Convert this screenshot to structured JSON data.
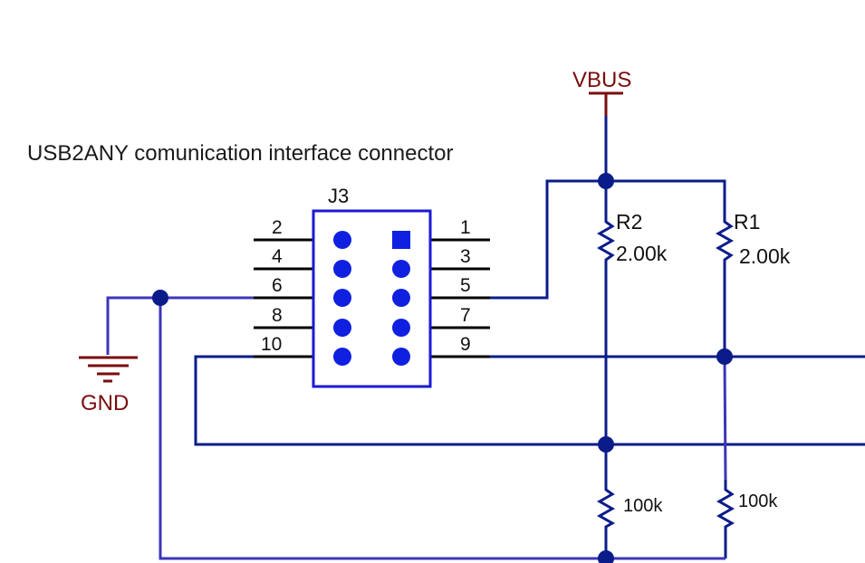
{
  "title": "USB2ANY comunication interface connector",
  "connector": {
    "ref": "J3",
    "even_pins": [
      "2",
      "4",
      "6",
      "8",
      "10"
    ],
    "odd_pins": [
      "1",
      "3",
      "5",
      "7",
      "9"
    ]
  },
  "power": {
    "vbus": "VBUS",
    "gnd": "GND"
  },
  "resistors": {
    "r2": {
      "ref": "R2",
      "value": "2.00k"
    },
    "r1": {
      "ref": "R1",
      "value": "2.00k"
    },
    "r_low_left": {
      "value": "100k"
    },
    "r_low_right": {
      "value": "100k"
    }
  },
  "colors": {
    "wire": "#0b1c8a",
    "wire_purple": "#3d35b8",
    "pin_wire": "#000000",
    "connector_outline": "#1a1ad6",
    "pin_dot": "#1020e0",
    "power_symbol": "#7a0d0d",
    "junction": "#0b1c8a",
    "resistor": "#0b1c8a"
  }
}
